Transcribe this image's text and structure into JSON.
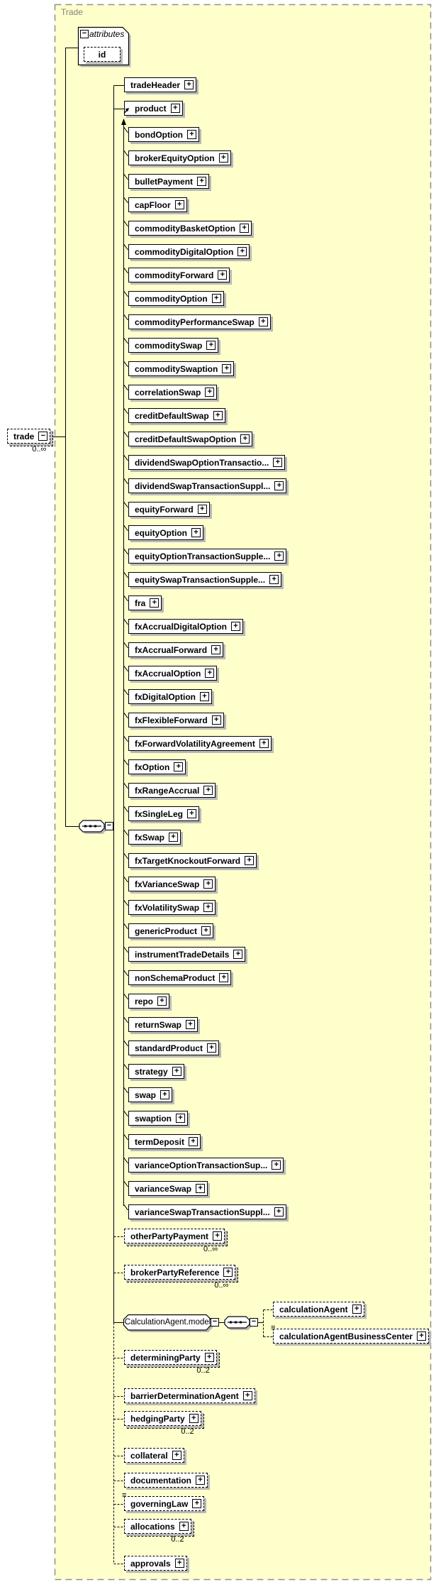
{
  "frame": {
    "title": "Trade"
  },
  "icons": {
    "expand": "+",
    "collapse": "−",
    "marker": "≡"
  },
  "root_element": {
    "label": "trade",
    "cardinality": "0..∞"
  },
  "attributes_group": {
    "label": "attributes",
    "attributes": [
      {
        "label": "id"
      }
    ]
  },
  "sequence": {
    "trade_header": {
      "label": "tradeHeader"
    },
    "product": {
      "label": "product"
    },
    "product_substitutions": [
      "bondOption",
      "brokerEquityOption",
      "bulletPayment",
      "capFloor",
      "commodityBasketOption",
      "commodityDigitalOption",
      "commodityForward",
      "commodityOption",
      "commodityPerformanceSwap",
      "commoditySwap",
      "commoditySwaption",
      "correlationSwap",
      "creditDefaultSwap",
      "creditDefaultSwapOption",
      "dividendSwapOptionTransactio...",
      "dividendSwapTransactionSuppl...",
      "equityForward",
      "equityOption",
      "equityOptionTransactionSupple...",
      "equitySwapTransactionSupple...",
      "fra",
      "fxAccrualDigitalOption",
      "fxAccrualForward",
      "fxAccrualOption",
      "fxDigitalOption",
      "fxFlexibleForward",
      "fxForwardVolatilityAgreement",
      "fxOption",
      "fxRangeAccrual",
      "fxSingleLeg",
      "fxSwap",
      "fxTargetKnockoutForward",
      "fxVarianceSwap",
      "fxVolatilitySwap",
      "genericProduct",
      "instrumentTradeDetails",
      "nonSchemaProduct",
      "repo",
      "returnSwap",
      "standardProduct",
      "strategy",
      "swap",
      "swaption",
      "termDeposit",
      "varianceOptionTransactionSup...",
      "varianceSwap",
      "varianceSwapTransactionSuppl..."
    ],
    "calculation_agent_model": {
      "label": "CalculationAgent.model",
      "children": [
        {
          "label": "calculationAgent"
        },
        {
          "label": "calculationAgentBusinessCenter",
          "marker": true
        }
      ]
    },
    "optional_children": [
      {
        "label": "otherPartyPayment",
        "cardinality": "0..∞"
      },
      {
        "label": "brokerPartyReference",
        "cardinality": "0..∞"
      },
      {
        "label": "determiningParty",
        "cardinality": "0..2"
      },
      {
        "label": "barrierDeterminationAgent"
      },
      {
        "label": "hedgingParty",
        "cardinality": "0..2"
      },
      {
        "label": "collateral"
      },
      {
        "label": "documentation"
      },
      {
        "label": "governingLaw",
        "marker": true
      },
      {
        "label": "allocations",
        "cardinality": "0..2"
      },
      {
        "label": "approvals"
      }
    ]
  },
  "colors": {
    "container_fill": "#FFFFCC",
    "container_border": "#8F8F8F",
    "box_border": "#000000",
    "box_fill": "#FFFFFF",
    "shadow": "#B9B9B9",
    "title_text": "#808080"
  }
}
